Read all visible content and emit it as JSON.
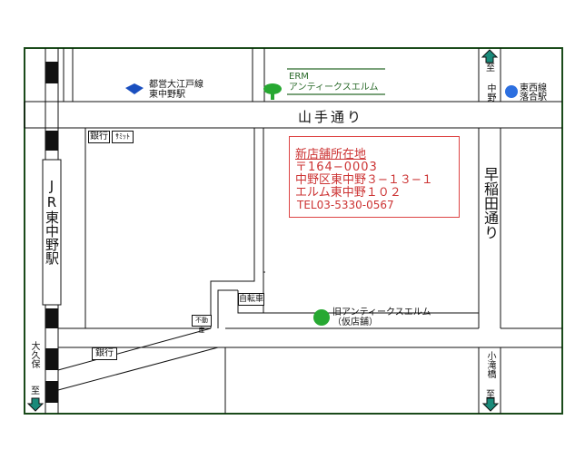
{
  "map": {
    "road_yamate": "山手通り",
    "road_waseda": "早稲田通り",
    "jr_station": "JR東中野駅",
    "toei_station_line1": "都営大江戸線",
    "toei_station_line2": "東中野駅",
    "erm_title_line1": "ERM",
    "erm_title_line2": "アンティークスエルム",
    "direction_top": "至",
    "direction_top_dest": "中野",
    "tozai_line": "東西線",
    "tozai_station": "落合駅",
    "bank_top": "銀行",
    "summit": "ｻﾐｯﾄ",
    "bank_bottom": "銀行",
    "bicycle_shop": "自転車",
    "real_estate": "不動産",
    "old_shop_line1": "旧アンティークスエルム",
    "old_shop_line2": "（仮店舗）",
    "left_bottom_dest": "大久保",
    "left_bottom_arrow": "至",
    "right_bottom_dest": "小滝橋",
    "right_bottom_arrow": "至",
    "new_store": {
      "heading": "新店舗所在地",
      "postal": "〒164−0003",
      "address1": "中野区東中野３−１３−１",
      "address2": "エルム東中野１０２",
      "tel": "TEL03-5330-0567"
    }
  }
}
